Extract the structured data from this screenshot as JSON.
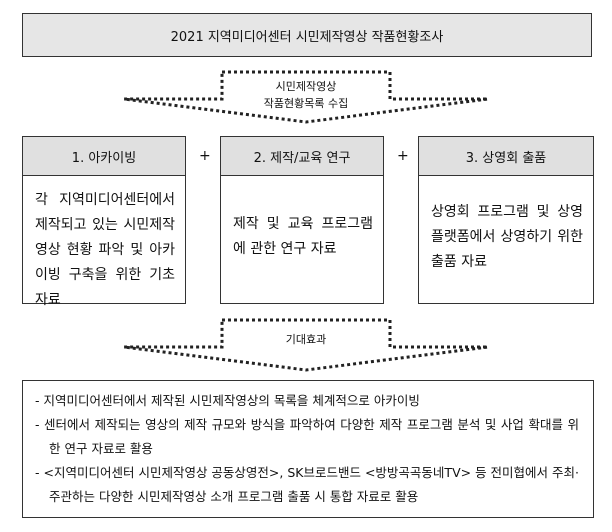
{
  "title": "2021 지역미디어센터 시민제작영상 작품현황조사",
  "arrow1": {
    "line1": "시민제작영상",
    "line2": "작품현황목록 수집"
  },
  "columns": [
    {
      "heading": "1. 아카이빙",
      "body": "각 지역미디어센터에서 제작되고 있는 시민제작영상 현황 파악 및 아카이빙 구축을 위한 기초자료"
    },
    {
      "heading": "2. 제작/교육 연구",
      "body": "제작 및 교육 프로그램에 관한 연구 자료"
    },
    {
      "heading": "3. 상영회 출품",
      "body": "상영회 프로그램 및 상영 플랫폼에서 상영하기 위한 출품 자료"
    }
  ],
  "plus_symbol": "+",
  "arrow2": {
    "label": "기대효과"
  },
  "effects": [
    "지역미디어센터에서 제작된 시민제작영상의 목록을 체계적으로 아카이빙",
    "센터에서 제작되는 영상의 제작 규모와 방식을 파악하여 다양한 제작 프로그램 분석 및 사업 확대를 위한 연구 자료로 활용",
    "<지역미디어센터 시민제작영상 공동상영전>, SK브로드밴드 <방방곡곡동네TV> 등 전미협에서 주최·주관하는 다양한 시민제작영상 소개 프로그램 출품 시 통합 자료로 활용"
  ]
}
